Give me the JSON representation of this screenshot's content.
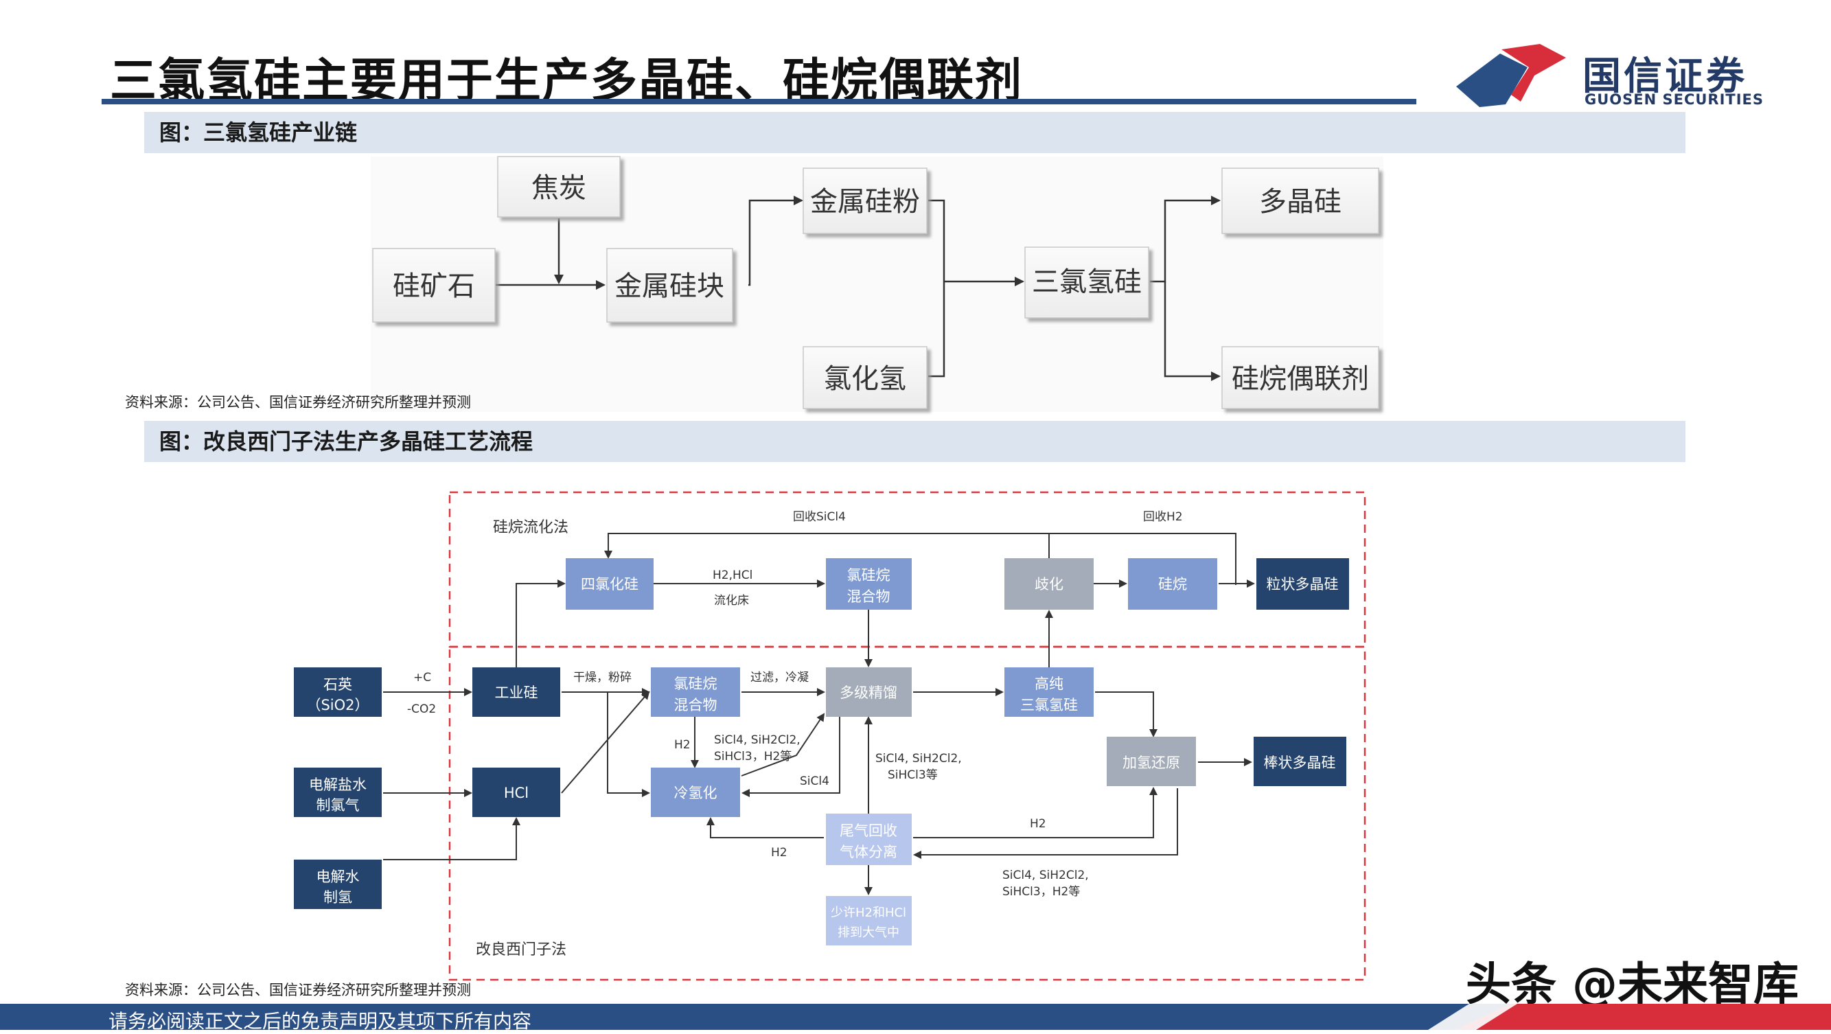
{
  "page": {
    "title": "三氯氢硅主要用于生产多晶硅、硅烷偶联剂",
    "footer": "请务必阅读正文之后的免责声明及其项下所有内容",
    "watermark": "头条 @未来智库"
  },
  "logo": {
    "cn": "国信证券",
    "en": "GUOSEN SECURITIES",
    "colors": {
      "blue": "#2a4f84",
      "red": "#d82e3b"
    }
  },
  "figure1": {
    "caption": "图：三氯氢硅产业链",
    "source": "资料来源：公司公告、国信证券经济研究所整理并预测",
    "nodes": {
      "jiaotan": "焦炭",
      "guikuangshi": "硅矿石",
      "jinshuguikuai": "金属硅块",
      "jinshuguifen": "金属硅粉",
      "lvhuaqing": "氯化氢",
      "sanlvqinggui": "三氯氢硅",
      "duojinggui": "多晶硅",
      "guiwanouLianji": "硅烷偶联剂"
    }
  },
  "figure2": {
    "caption": "图：改良西门子法生产多晶硅工艺流程",
    "source": "资料来源：公司公告、国信证券经济研究所整理并预测",
    "regions": {
      "top": "硅烷流化法",
      "bottom": "改良西门子法"
    },
    "nodes": {
      "shiying": [
        "石英",
        "（SiO2）"
      ],
      "gongyegui": "工业硅",
      "dianjieyanshui": [
        "电解盐水",
        "制氯气"
      ],
      "hcl": "HCl",
      "dianjieshui": [
        "电解水",
        "制氢"
      ],
      "silvhuagui": "四氯化硅",
      "lvguiwan_top": [
        "氯硅烷",
        "混合物"
      ],
      "qihua": "歧化",
      "guiwan": "硅烷",
      "lizhuang": "粒状多晶硅",
      "lvguiwan_mid": [
        "氯硅烷",
        "混合物"
      ],
      "duojijingliu": "多级精馏",
      "gaochun": [
        "高纯",
        "三氯氢硅"
      ],
      "jiaqinghuanyuan": "加氢还原",
      "bangzhuang": "棒状多晶硅",
      "lengqinghua": "冷氢化",
      "weiqi": [
        "尾气回收",
        "气体分离"
      ],
      "shaoxu": [
        "少许H2和HCl",
        "排到大气中"
      ]
    },
    "labels": {
      "huishou_sicl4": "回收SiCl4",
      "huishou_h2": "回收H2",
      "h2hcl": "H2,HCl",
      "liuhuachuang": "流化床",
      "plus_c": "+C",
      "minus_co2": "-CO2",
      "ganzao": "干燥，粉碎",
      "guolv": "过滤，冷凝",
      "h2_a": "H2",
      "sicl4_mix1": [
        "SiCl4, SiH2Cl2,",
        "SiHCl3，H2等"
      ],
      "sicl4_a": "SiCl4",
      "sicl4_mix2": [
        "SiCl4, SiH2Cl2,",
        "SiHCl3等"
      ],
      "h2_b": "H2",
      "h2_c": "H2",
      "sicl4_mix3": [
        "SiCl4, SiH2Cl2,",
        "SiHCl3，H2等"
      ]
    }
  }
}
